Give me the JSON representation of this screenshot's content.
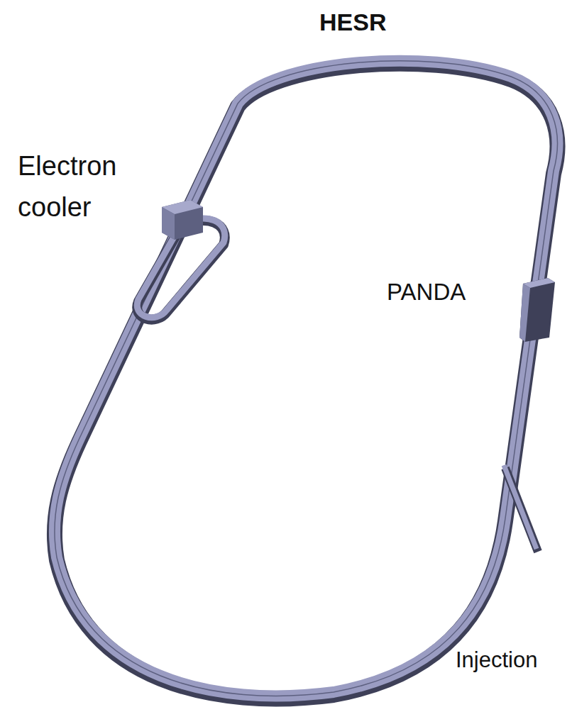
{
  "diagram": {
    "title": "HESR",
    "labels": [
      "Electron cooler",
      "PANDA",
      "Injection"
    ]
  }
}
